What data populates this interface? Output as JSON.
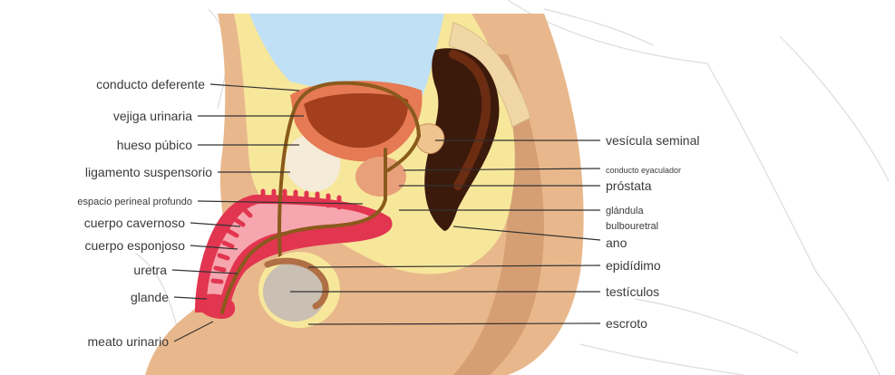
{
  "labels_left": [
    {
      "id": "conducto-deferente",
      "text": "conducto deferente"
    },
    {
      "id": "vejiga-urinaria",
      "text": "vejiga urinaria"
    },
    {
      "id": "hueso-pubico",
      "text": "hueso púbico"
    },
    {
      "id": "ligamento-suspensorio",
      "text": "ligamento suspensorio"
    },
    {
      "id": "espacio-perineal-profundo",
      "text": "espacio perineal profundo"
    },
    {
      "id": "cuerpo-cavernoso",
      "text": "cuerpo cavernoso"
    },
    {
      "id": "cuerpo-esponjoso",
      "text": "cuerpo esponjoso"
    },
    {
      "id": "uretra",
      "text": "uretra"
    },
    {
      "id": "glande",
      "text": "glande"
    },
    {
      "id": "meato-urinario",
      "text": "meato urinario"
    }
  ],
  "labels_right": [
    {
      "id": "vesicula-seminal",
      "text": "vesícula seminal"
    },
    {
      "id": "conducto-eyaculador",
      "text": "conducto eyaculador"
    },
    {
      "id": "prostata",
      "text": "próstata"
    },
    {
      "id": "glandula-bulbouretral-1",
      "text": "glándula"
    },
    {
      "id": "glandula-bulbouretral-2",
      "text": "bulbouretral"
    },
    {
      "id": "ano",
      "text": "ano"
    },
    {
      "id": "epididimo",
      "text": "epidídimo"
    },
    {
      "id": "testiculos",
      "text": "testículos"
    },
    {
      "id": "escroto",
      "text": "escroto"
    }
  ],
  "colors": {
    "skin": "#e8b88c",
    "skin_dark": "#c98e62",
    "fat": "#f7e79b",
    "bladder": "#a33f1c",
    "bladder_wall": "#e57a54",
    "cavity": "#bfe0f5",
    "rectum": "#3b1a0c",
    "penis_red": "#e23550",
    "penis_pink": "#f6a6ae",
    "duct": "#8a5a1c",
    "bone": "#f4ebd8",
    "testis": "#c9bfb2",
    "leader": "#333333"
  }
}
